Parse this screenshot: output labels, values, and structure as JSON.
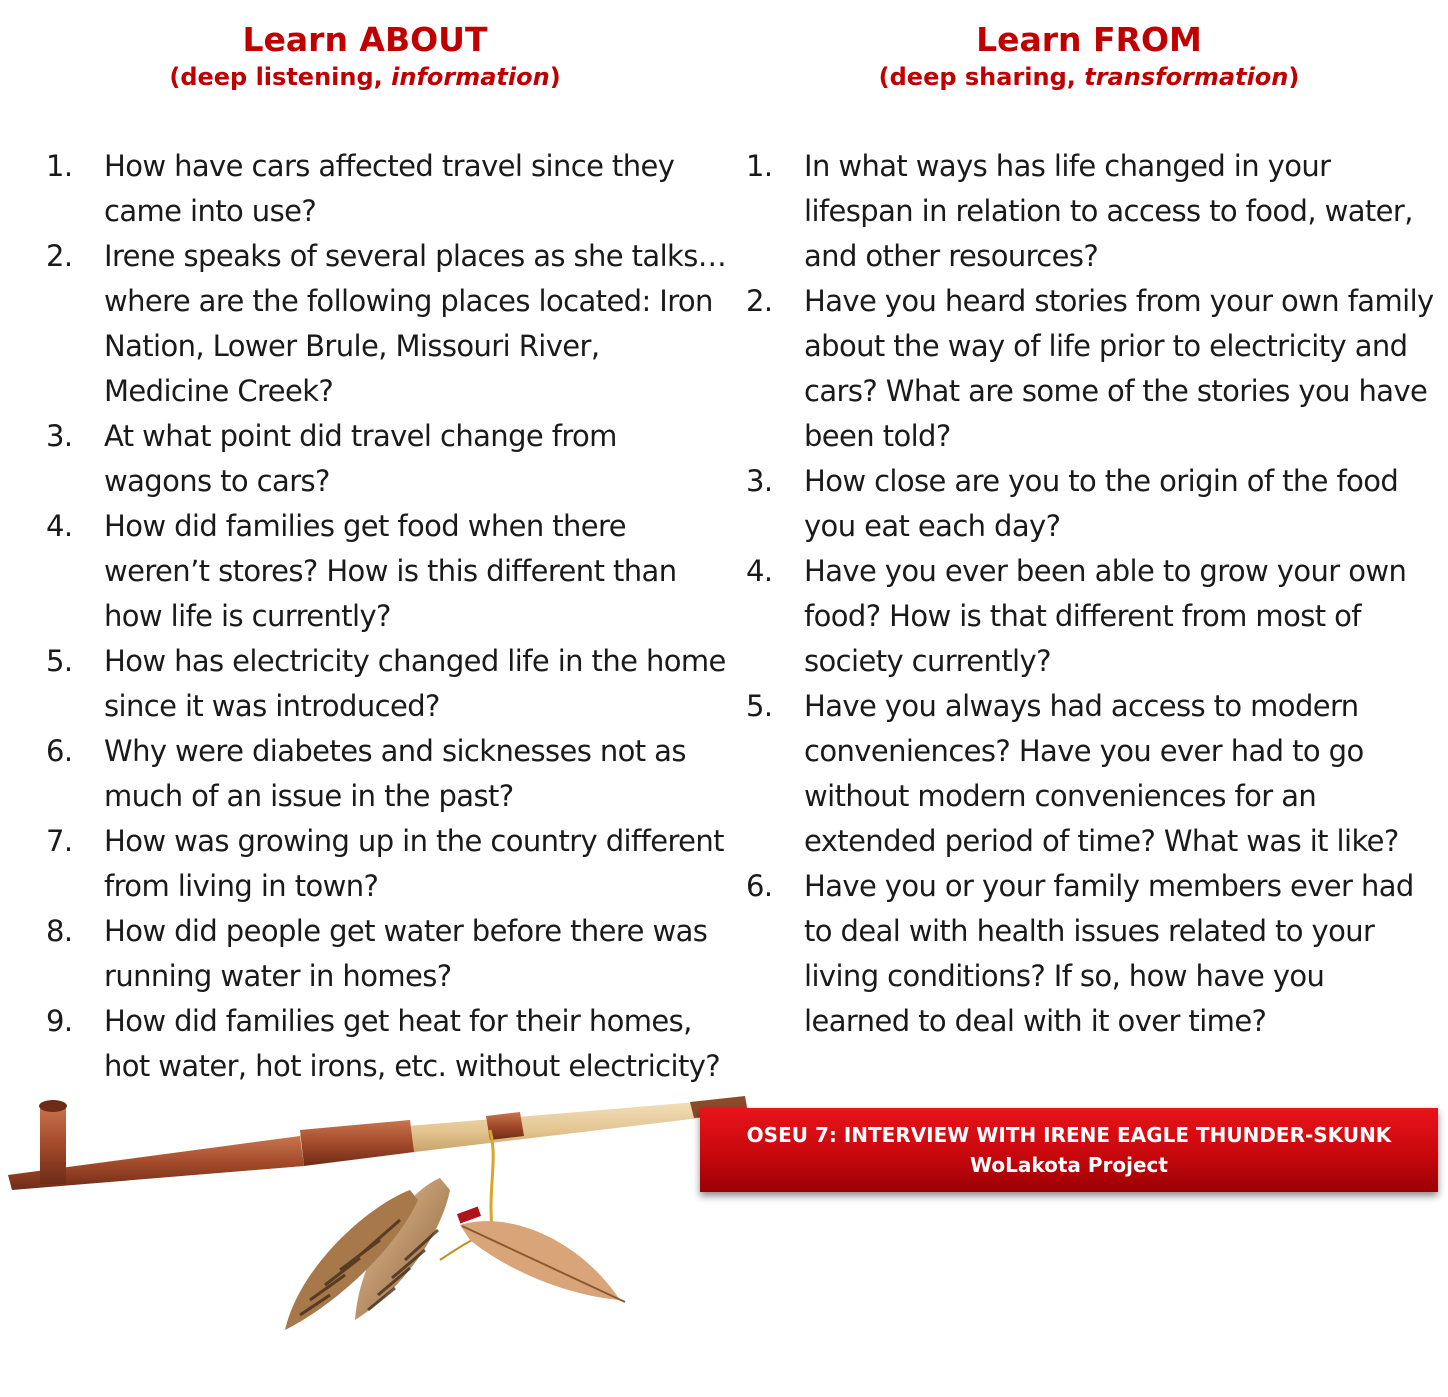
{
  "left": {
    "title": "Learn ABOUT",
    "subtitle_prefix": "(deep listening, ",
    "subtitle_em": "information",
    "subtitle_suffix": ")",
    "questions": [
      {
        "num": "1.",
        "text": "How have cars affected travel since they came into use?"
      },
      {
        "num": "2.",
        "text": "Irene speaks of several places as she talks…where are the following places located:  Iron Nation, Lower Brule, Missouri River, Medicine Creek?"
      },
      {
        "num": "3.",
        "text": "At what point did travel change from wagons to cars?"
      },
      {
        "num": "4.",
        "text": "How did families get food when there weren’t stores?  How is this different than how life is currently?"
      },
      {
        "num": "5.",
        "text": "How has electricity changed life in the home since it was introduced?"
      },
      {
        "num": "6.",
        "text": "Why were diabetes and sicknesses not as much of an issue in the past?"
      },
      {
        "num": "7.",
        "text": "How was growing up in the country different from living in town?"
      },
      {
        "num": "8.",
        "text": "How did people get water before there was running water in homes?"
      },
      {
        "num": "9.",
        "text": "How did families get heat for their homes, hot water, hot irons, etc. without electricity?"
      }
    ]
  },
  "right": {
    "title": "Learn FROM",
    "subtitle_prefix": "(deep sharing, ",
    "subtitle_em": "transformation",
    "subtitle_suffix": ")",
    "questions": [
      {
        "num": "1.",
        "text": "In what ways has life changed in your lifespan in relation to access to food, water, and other resources?"
      },
      {
        "num": "2.",
        "text": "Have you heard stories from your own family about the way of life prior to electricity and cars?  What are some of the stories you have been told?"
      },
      {
        "num": "3.",
        "text": "How close are you to the origin of the food you eat each day?"
      },
      {
        "num": "4.",
        "text": "Have you ever been able to grow your own food?  How is that different from most of society currently?"
      },
      {
        "num": "5.",
        "text": "Have you always had access to modern conveniences?  Have you ever had to go without modern conveniences for an extended period of time?  What was it like?"
      },
      {
        "num": "6.",
        "text": "Have you or your family members ever had to deal with health issues related to your living conditions?  If so, how have you learned to deal with it over time?"
      }
    ]
  },
  "banner": {
    "line1": "OSEU 7: INTERVIEW WITH IRENE EAGLE THUNDER-SKUNK",
    "line2": "WoLakota Project"
  },
  "colors": {
    "heading": "#c00000",
    "banner": "#d10a10"
  }
}
